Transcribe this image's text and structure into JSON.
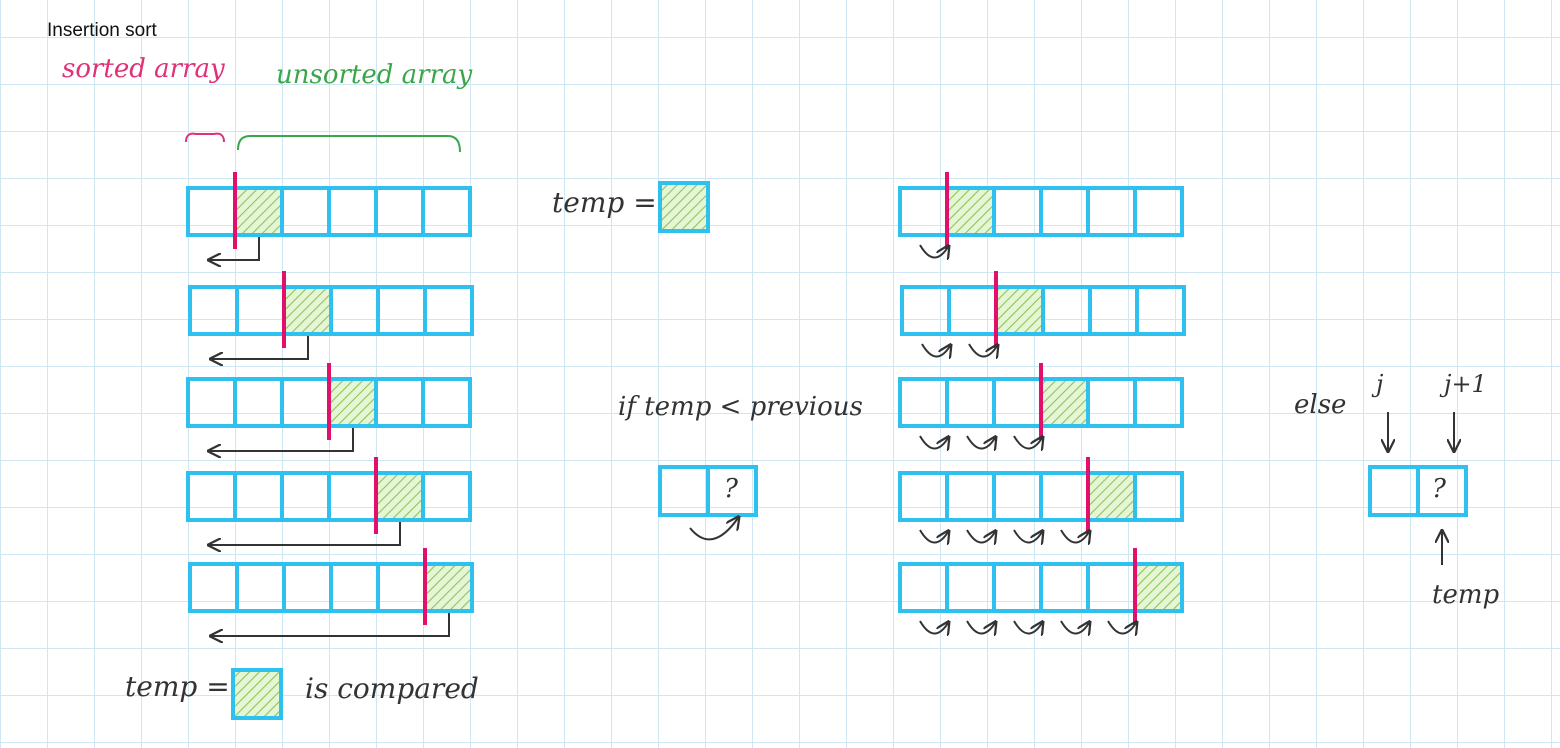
{
  "title": "Insertion sort",
  "labels": {
    "sorted": "sorted array",
    "unsorted": "unsorted array",
    "temp_top": "temp =",
    "temp_bottom": "temp =",
    "is_compared": "is compared",
    "if_condition": "if temp < previous",
    "question_left": "?",
    "else_label": "else",
    "j_label": "j",
    "j_plus_one": "j+1",
    "question_right": "?",
    "temp_right": "temp"
  },
  "left_steps": {
    "cells": 6,
    "sorted_lengths": [
      1,
      2,
      3,
      4,
      5
    ]
  },
  "middle_steps": {
    "cells": 6,
    "sorted_lengths": [
      1,
      2,
      3,
      4,
      5
    ]
  },
  "colors": {
    "cell_border": "#2ec1ef",
    "boundary": "#e0106c",
    "hatch": "#9bd267",
    "sorted_label": "#e0307a",
    "unsorted_label": "#3aa64a",
    "arrow": "#333333"
  },
  "icons": [
    "boundary-line",
    "hatched-cell",
    "curved-swap-arrow",
    "left-arrow"
  ]
}
